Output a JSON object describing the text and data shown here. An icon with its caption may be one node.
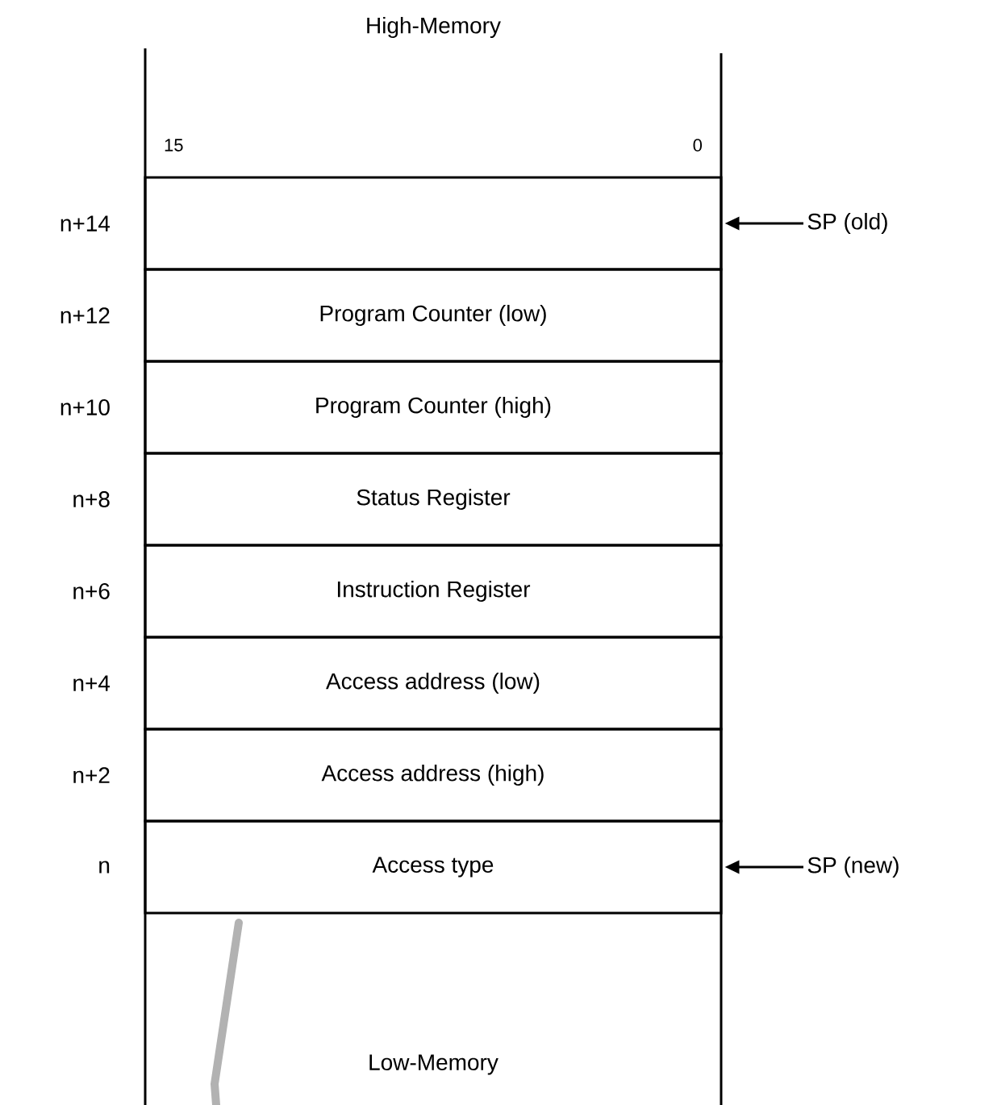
{
  "diagram": {
    "nodes": [
      {
        "text": [],
        "shape": "box",
        "beside": [
          "n+14"
        ]
      },
      {
        "text": [
          "SP (old)"
        ]
      },
      {
        "text": [
          "Program Counter (low)"
        ],
        "beside": [
          "n+12"
        ]
      },
      {
        "text": [
          "Program Counter (high)"
        ],
        "beside": [
          "n+10"
        ]
      },
      {
        "text": [
          "Status Register"
        ],
        "beside": [
          "n+8"
        ]
      },
      {
        "text": [
          "Instruction Register"
        ],
        "beside": [
          "n+6"
        ]
      },
      {
        "text": [
          "Access address (low)"
        ],
        "beside": [
          "n+4"
        ]
      },
      {
        "text": [
          "Access address (high)"
        ],
        "beside": [
          "n+2"
        ]
      },
      {
        "text": [
          "Access type"
        ],
        "beside": [
          "n"
        ]
      },
      {
        "text": [
          "SP (new)"
        ]
      }
    ],
    "edges": [
      {
        "from": 1,
        "to": 0,
        "arrow": "to"
      },
      {
        "from": 9,
        "to": 8,
        "arrow": "to"
      }
    ],
    "labels": [
      "High-Memory",
      "15",
      "0",
      "Low-Memory"
    ]
  }
}
